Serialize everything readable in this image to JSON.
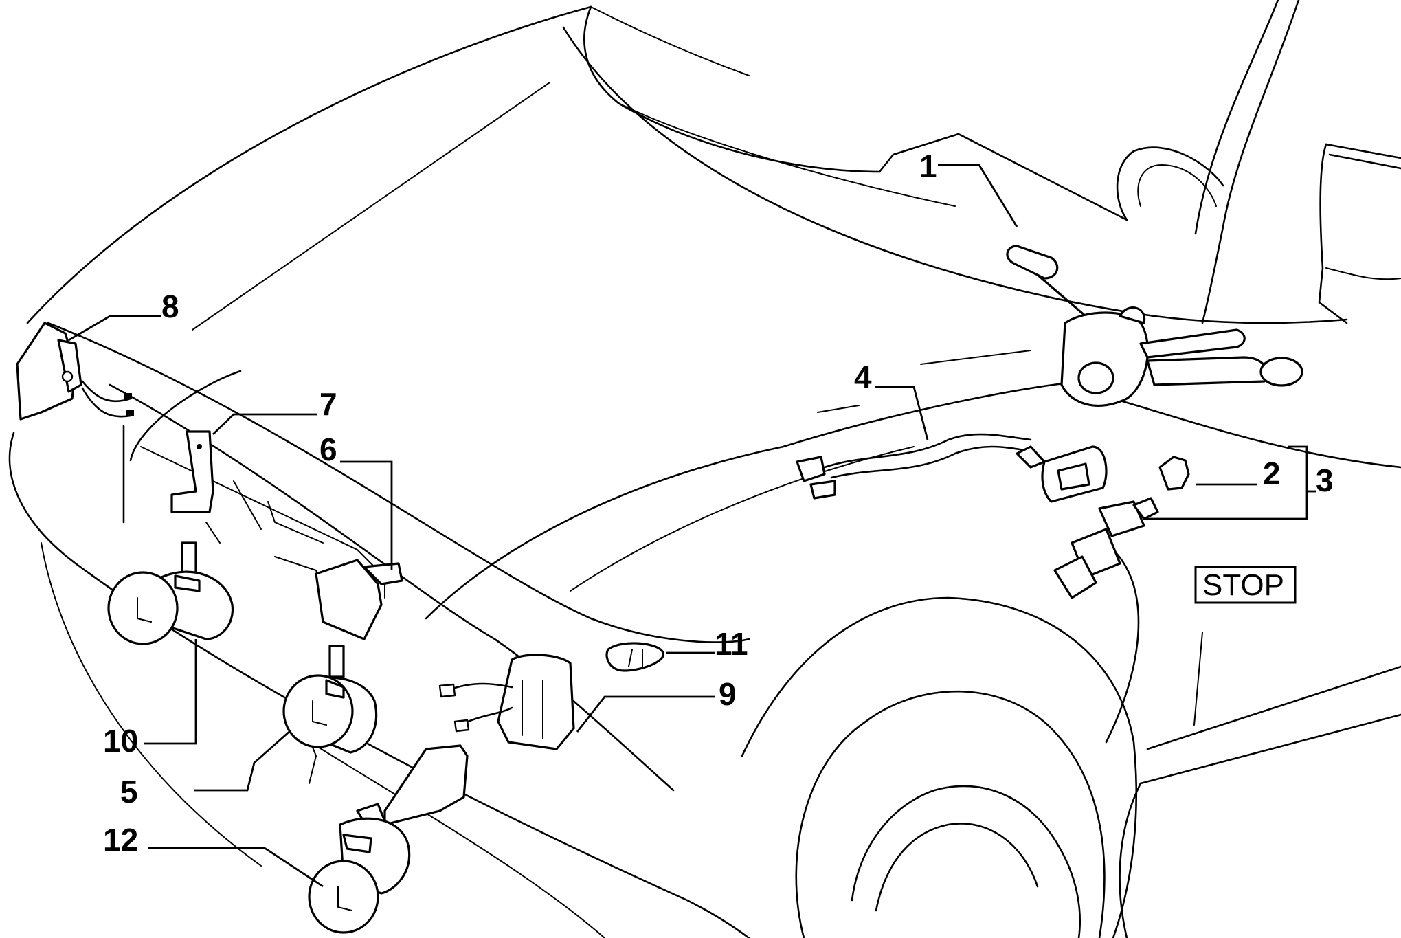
{
  "callouts": {
    "c1": "1",
    "c2": "2",
    "c3": "3",
    "c4": "4",
    "c5": "5",
    "c6": "6",
    "c7": "7",
    "c8": "8",
    "c9": "9",
    "c10": "10",
    "c11": "11",
    "c12": "12"
  },
  "stop_label": "STOP"
}
